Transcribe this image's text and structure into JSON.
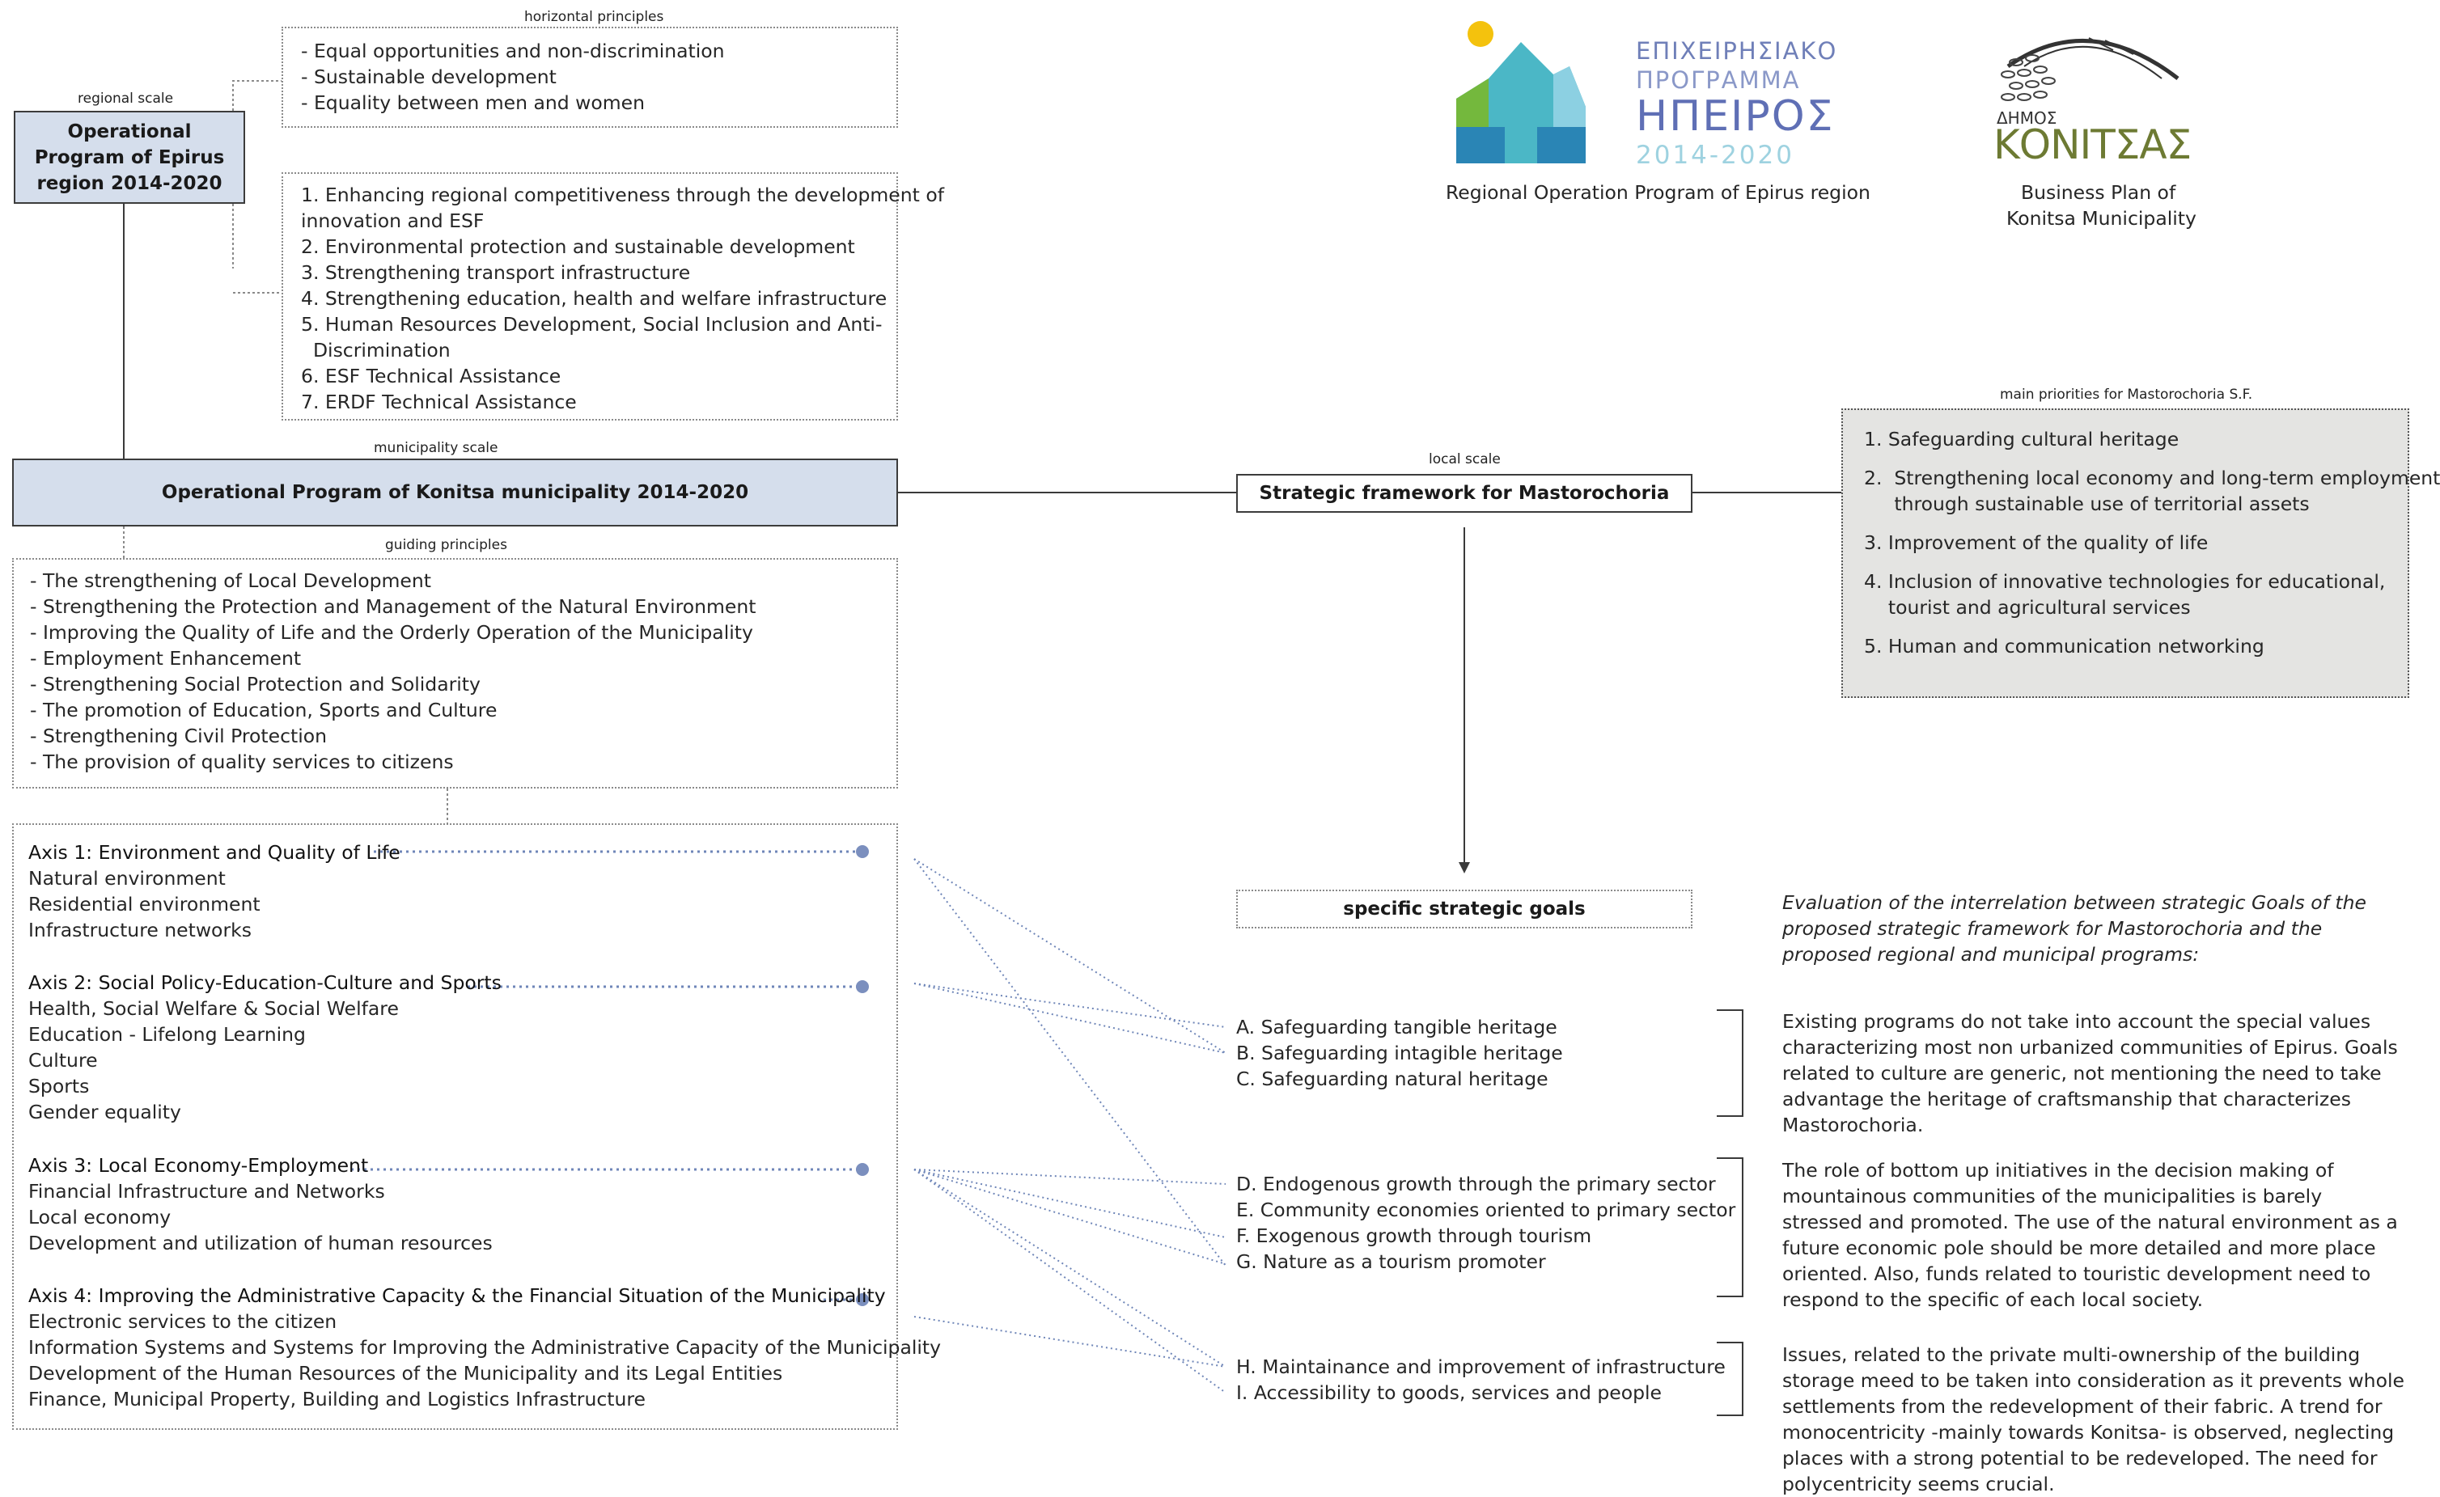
{
  "regional_label": "regional scale",
  "municipality_label": "municipality scale",
  "local_label": "local scale",
  "horizontal_label": "horizontal principles",
  "guiding_label": "guiding principles",
  "main_priorities_label": "main priorities for Mastorochoria S.F.",
  "epirus_box": "Operational Program of Epirus region 2014-2020",
  "konitsa_box": "Operational Program of Konitsa municipality 2014-2020",
  "framework_box": "Strategic framework for Mastorochoria",
  "goals_box": "specific strategic goals",
  "horizontal_principles": [
    "- Equal opportunities and non-discrimination",
    "- Sustainable development",
    "- Equality between men and women"
  ],
  "priority_axes": [
    "1. Enhancing regional competitiveness through the development of",
    "innovation and ESF",
    "2. Environmental protection and sustainable development",
    "3. Strengthening transport infrastructure",
    "4. Strengthening education, health and welfare infrastructure",
    "5. Human Resources Development, Social Inclusion and Anti-",
    "  Discrimination",
    "6. ESF Technical Assistance",
    "7. ERDF Technical Assistance"
  ],
  "guiding_principles": [
    "- The strengthening of Local Development",
    "- Strengthening the Protection and Management of the Natural Environment",
    "- Improving the Quality of Life and the Orderly Operation of the Municipality",
    "- Employment Enhancement",
    "- Strengthening Social Protection and Solidarity",
    "- The promotion of Education, Sports and Culture",
    "- Strengthening Civil Protection",
    "- The provision of quality services to citizens"
  ],
  "axes": [
    {
      "title": "Axis 1: Environment and Quality of Life",
      "items": [
        "Natural environment",
        "Residential environment",
        "Infrastructure networks"
      ]
    },
    {
      "title": "Axis 2: Social Policy-Education-Culture and Sports",
      "items": [
        "Health, Social Welfare & Social Welfare",
        "Education - Lifelong Learning",
        "Culture",
        "Sports",
        "Gender equality"
      ]
    },
    {
      "title": "Axis 3: Local Economy-Employment",
      "items": [
        "Financial Infrastructure and Networks",
        "Local economy",
        "Development and utilization of human resources"
      ]
    },
    {
      "title": "Axis 4: Improving the Administrative Capacity & the Financial Situation of the Municipality",
      "items": [
        "Electronic services to the citizen",
        "Information Systems and Systems for Improving the Administrative Capacity of the Municipality",
        "Development of the Human Resources of the Municipality and its Legal Entities",
        "Finance, Municipal Property, Building and Logistics Infrastructure"
      ]
    }
  ],
  "main_priorities": [
    "1. Safeguarding cultural heritage",
    "2.  Strengthening local economy and long-term employment",
    "     through sustainable use of territorial assets",
    "3. Improvement of the quality of life",
    "4. Inclusion of innovative technologies for educational,",
    "    tourist and agricultural services",
    "5. Human and communication networking"
  ],
  "goals": [
    "A. Safeguarding tangible heritage",
    "B. Safeguarding intagible heritage",
    "C. Safeguarding natural heritage",
    "D. Endogenous growth through the primary sector",
    "E. Community economies oriented to primary sector",
    "F. Exogenous growth through tourism",
    "G. Nature as a tourism promoter",
    "H. Maintainance and improvement of infrastructure",
    "I. Accessibility to goods, services and people"
  ],
  "evaluation_intro": "Evaluation of the interrelation between strategic Goals of the proposed strategic framework for Mastorochoria and the proposed regional and municipal programs:",
  "evaluation_1": "Existing programs do not take into account the special values characterizing most non urbanized communities of Epirus. Goals related to culture are generic, not mentioning the need to take advantage the heritage of craftsmanship that characterizes Mastorochoria.",
  "evaluation_2": "The role of bottom up initiatives in the decision making of mountainous communities of the municipalities is barely stressed and promoted. The use of the natural environment as a future economic pole should be more detailed and more place oriented. Also, funds related to touristic development need to respond to the specific of each local society.",
  "evaluation_3": "Issues, related to the private multi-ownership of the building storage meed to be taken into consideration as it prevents whole settlements from the redevelopment of their fabric. A trend for monocentricity -mainly towards Konitsa- is observed, neglecting places with a strong potential to be redeveloped. The need for polycentricity seems crucial.",
  "logo_epirus": {
    "line1": "ΕΠΙΧΕΙΡΗΣΙΑΚΟ",
    "line2": "ΠΡΟΓΡΑΜΜΑ",
    "line3": "ΗΠΕΙΡΟΣ",
    "line4": "2014-2020",
    "caption": "Regional Operation Program of Epirus region"
  },
  "logo_konitsa": {
    "line1": "ΔΗΜΟΣ",
    "line2": "ΚΟΝΙΤΣΑΣ",
    "caption_1": "Business Plan of",
    "caption_2": "Konitsa Municipality"
  },
  "colors": {
    "header_fill": "#d5deec",
    "priority_fill": "#e4e4e2",
    "connector_blue": "#6f86b8",
    "logo_teal": "#4bb7c6",
    "logo_green": "#74b83d",
    "logo_blue": "#2a85b5",
    "logo_yellow": "#f4c20d",
    "konitsa_olive": "#6d7a33"
  }
}
